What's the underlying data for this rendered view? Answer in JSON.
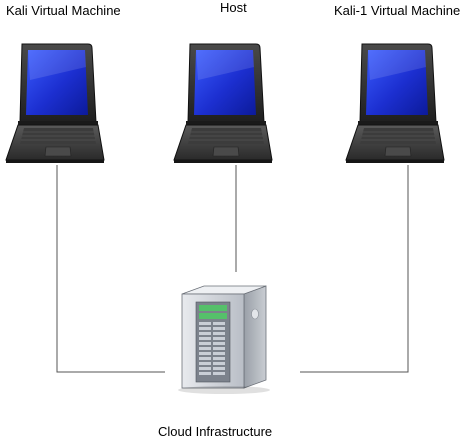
{
  "nodes": {
    "kali_vm": {
      "label": "Kali Virtual Machine",
      "icon": "laptop-icon"
    },
    "host": {
      "label": "Host",
      "icon": "laptop-icon"
    },
    "kali1_vm": {
      "label": "Kali-1 Virtual Machine",
      "icon": "laptop-icon"
    },
    "cloud": {
      "label": "Cloud Infrastructure",
      "icon": "server-tower-icon"
    }
  },
  "connections": [
    {
      "from": "kali_vm",
      "to": "cloud"
    },
    {
      "from": "host",
      "to": "cloud"
    },
    {
      "from": "kali1_vm",
      "to": "cloud"
    }
  ],
  "colors": {
    "screen_blue": "#1a2fc8",
    "laptop_body": "#2b2b2b",
    "server_body": "#cfd3d8",
    "connector": "#555555"
  }
}
